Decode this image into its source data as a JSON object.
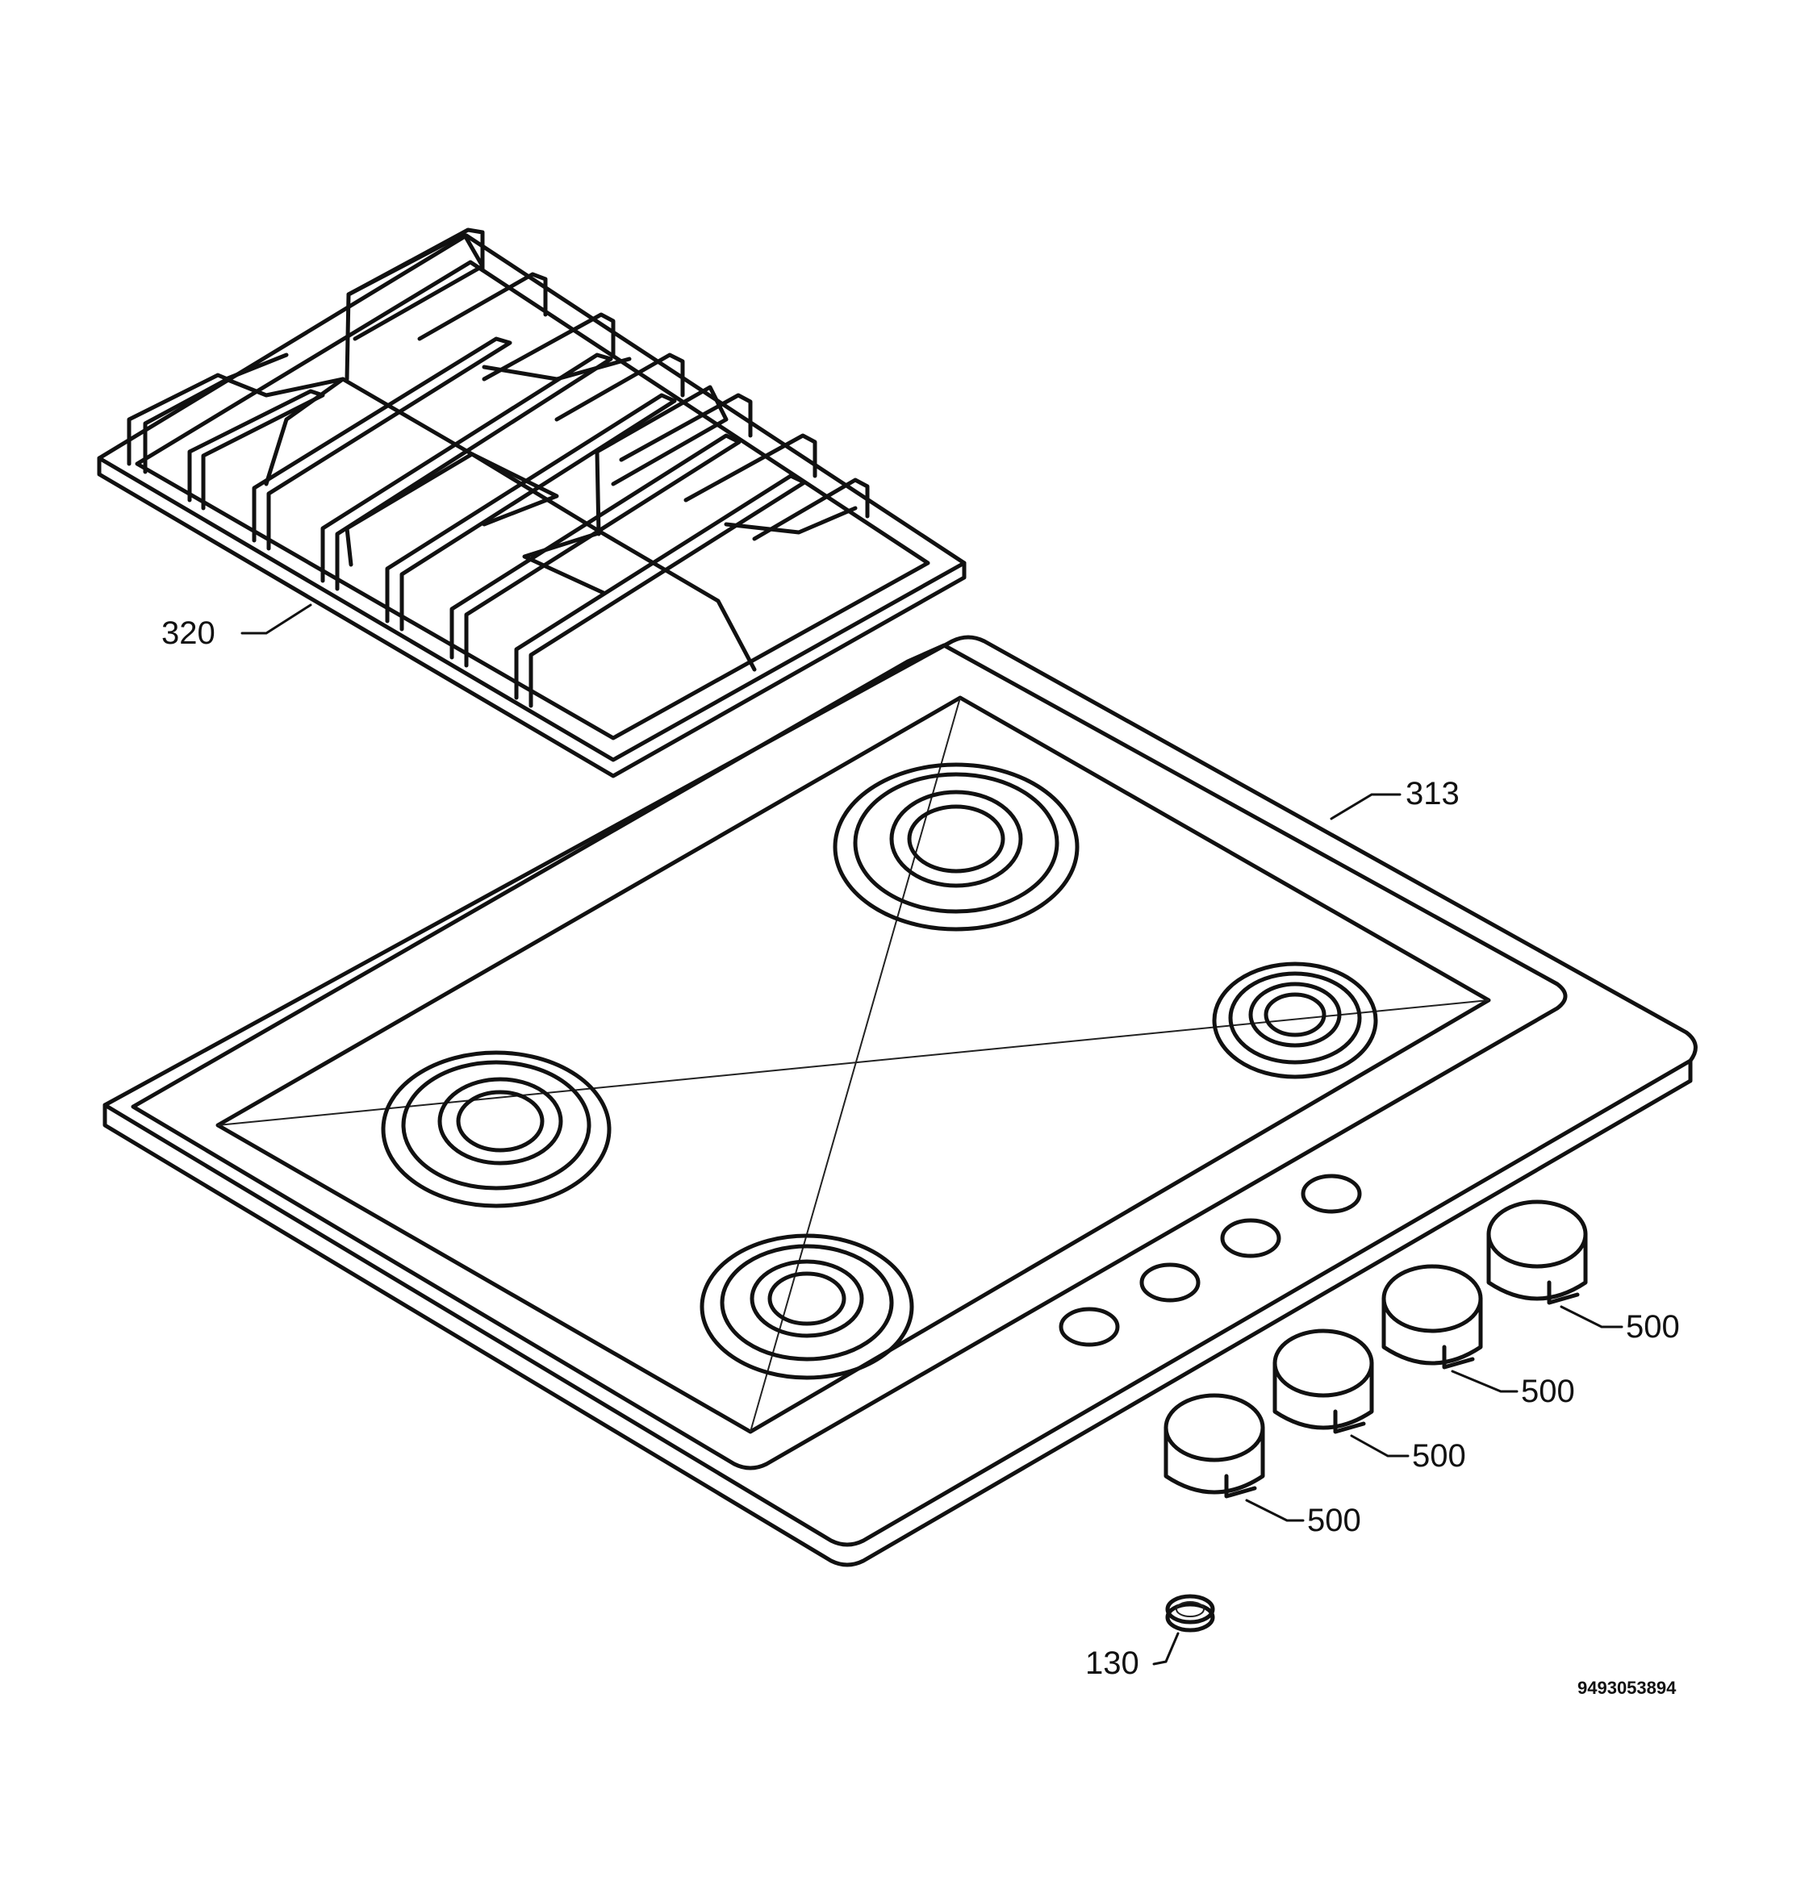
{
  "labels": {
    "grate": "320",
    "hob_top": "313",
    "knob_1": "500",
    "knob_2": "500",
    "knob_3": "500",
    "knob_4": "500",
    "seal_ring": "130"
  },
  "document_number": "9493053894",
  "parts": {
    "grate": "pan-support-grate",
    "hob_top": "hob-top-plate",
    "burners": [
      "burner-rear",
      "burner-right",
      "burner-left",
      "burner-front"
    ],
    "knobs": [
      "control-knob",
      "control-knob",
      "control-knob",
      "control-knob"
    ],
    "seal": "seal-ring"
  }
}
